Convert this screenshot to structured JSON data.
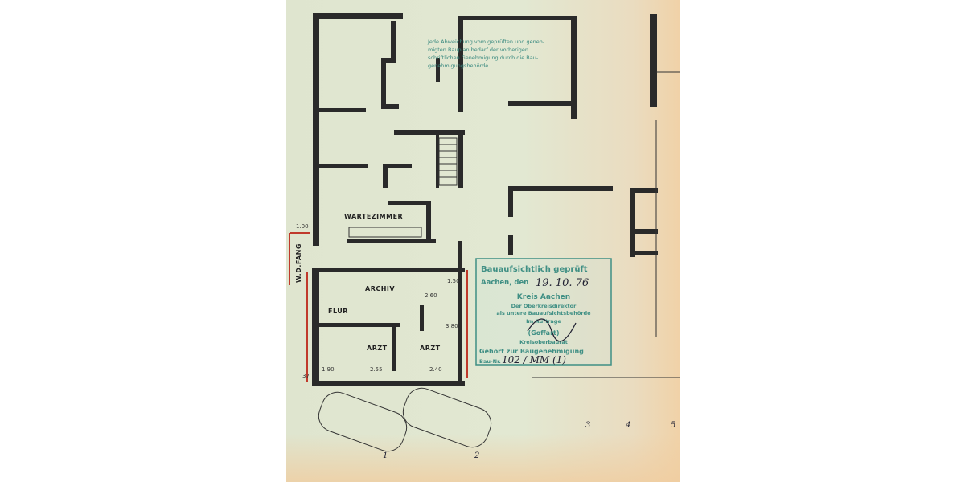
{
  "note": {
    "lines": [
      "Jede Abweichung vom geprüften und geneh-",
      "migten Bauplan bedarf der vorherigen",
      "schriftlichen Genehmigung durch die Bau-",
      "genehmigungsbehörde."
    ]
  },
  "rooms": {
    "wartezimmer": "WARTEZIMMER",
    "archiv": "ARCHIV",
    "flur": "FLUR",
    "arzt1": "ARZT",
    "arzt2": "ARZT",
    "wd_fang": "W.D.FANG"
  },
  "dimensions": {
    "d100": "1.00",
    "d150": "1.50",
    "d260": "2.60",
    "d380": "3.80",
    "d190": "1.90",
    "d255": "2.55",
    "d240": "2.40",
    "d37": "37"
  },
  "stamp": {
    "line1": "Bauaufsichtlich geprüft",
    "line2_label": "Aachen, den",
    "line2_date": "19. 10. 76",
    "line3": "Kreis Aachen",
    "line4": "Der Oberkreisdirektor",
    "line5": "als untere Bauaufsichtsbehörde",
    "line6": "Im Auftrage",
    "line7": "(Goffart)",
    "line8": "Kreisoberbaurat",
    "line9": "Gehört zur Baugenehmigung",
    "line10_label": "Bau-Nr.",
    "line10_value": "102 / MM (1)",
    "color": "#3f8f84"
  },
  "markers": {
    "m1": "1",
    "m2": "2",
    "m3": "3",
    "m4": "4",
    "m5": "5"
  },
  "colors": {
    "paper": "#e2e8d2",
    "wall": "#2a2a2a",
    "red_line": "#c0392b"
  }
}
